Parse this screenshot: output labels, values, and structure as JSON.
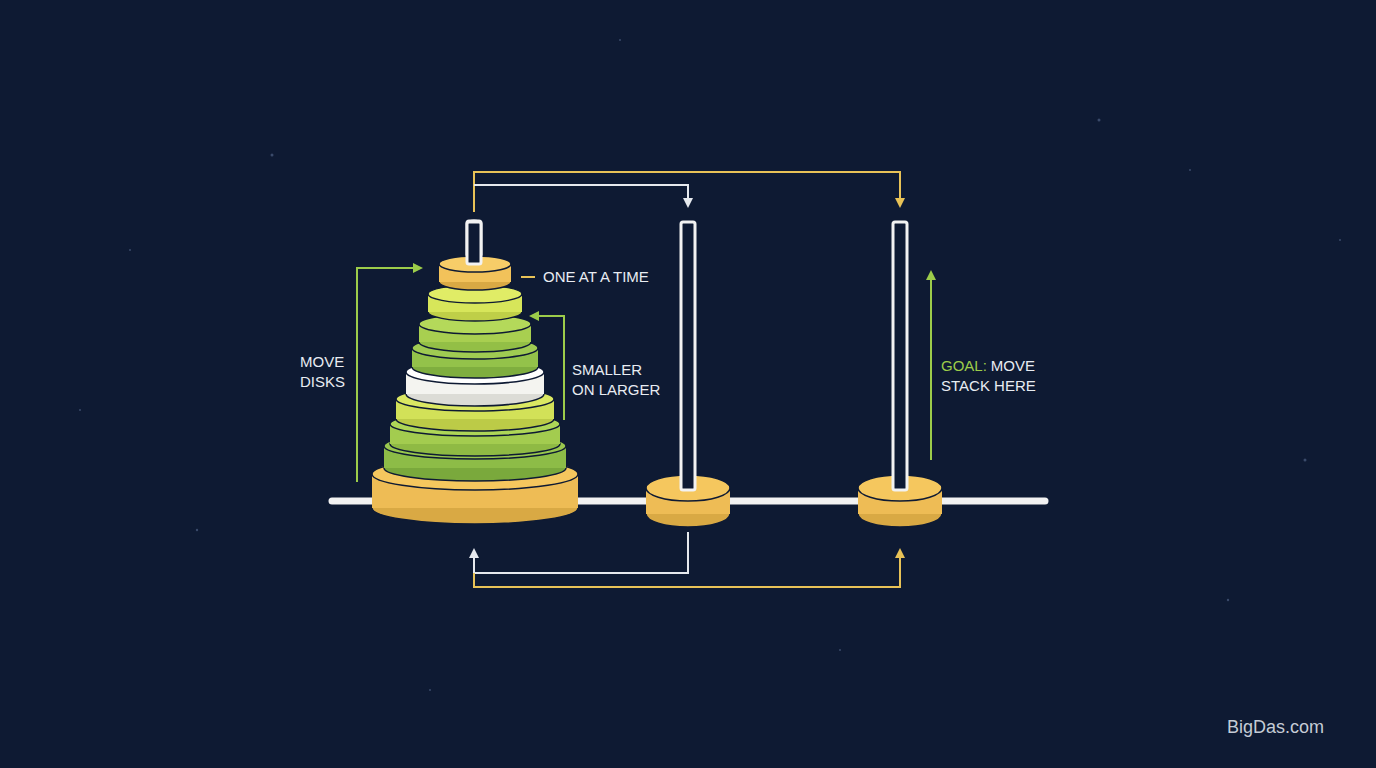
{
  "diagram": {
    "labels": [
      "MOVE DISKS",
      "ONE AT A TIME",
      "SMALLER ON LARGER",
      "GOAL:",
      "MOVE STACK HERE",
      "BigDas.com"
    ]
  }
}
